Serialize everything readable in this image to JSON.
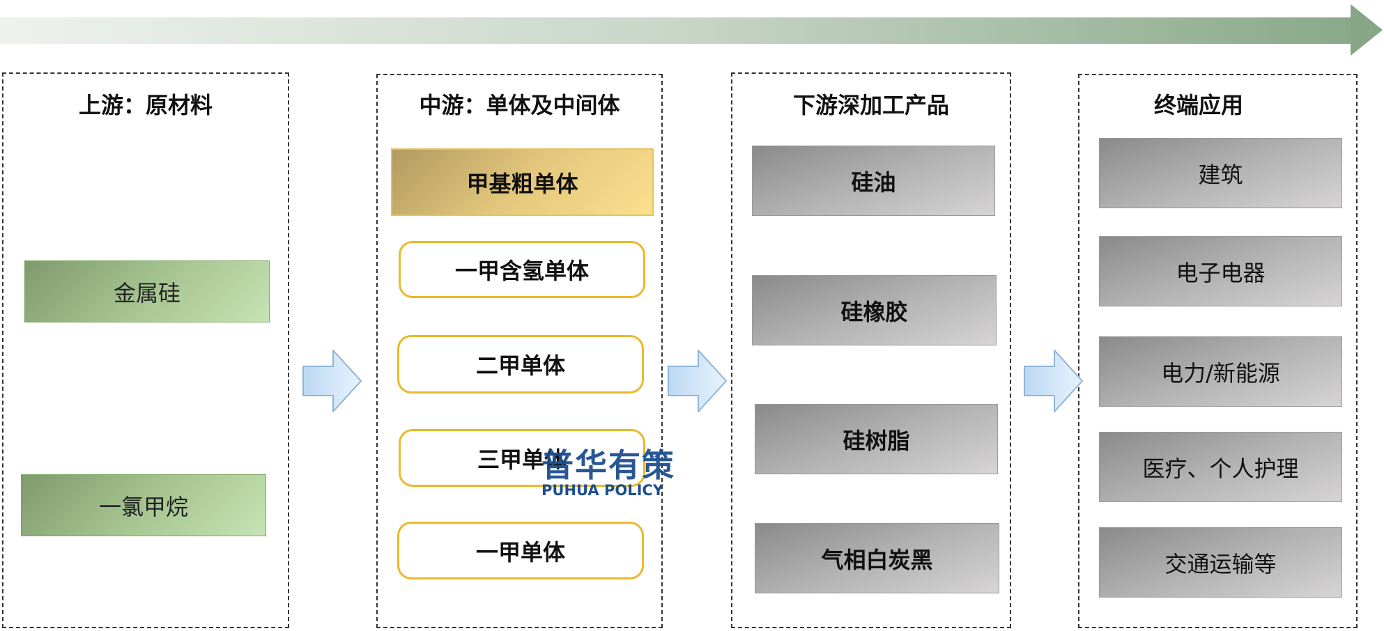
{
  "columns": [
    {
      "title": "上游：原材料",
      "items": [
        "金属硅",
        "一氯甲烷"
      ]
    },
    {
      "title": "中游：单体及中间体",
      "items": [
        "甲基粗单体",
        "一甲含氢单体",
        "二甲单体",
        "三甲单体",
        "一甲单体"
      ]
    },
    {
      "title": "下游深加工产品",
      "items": [
        "硅油",
        "硅橡胶",
        "硅树脂",
        "气相白炭黑"
      ]
    },
    {
      "title": "终端应用",
      "items": [
        "建筑",
        "电子电器",
        "电力/新能源",
        "医疗、个人护理",
        "交通运输等"
      ]
    }
  ],
  "watermark": {
    "cn": "普华有策",
    "en": "PUHUA POLICY"
  }
}
